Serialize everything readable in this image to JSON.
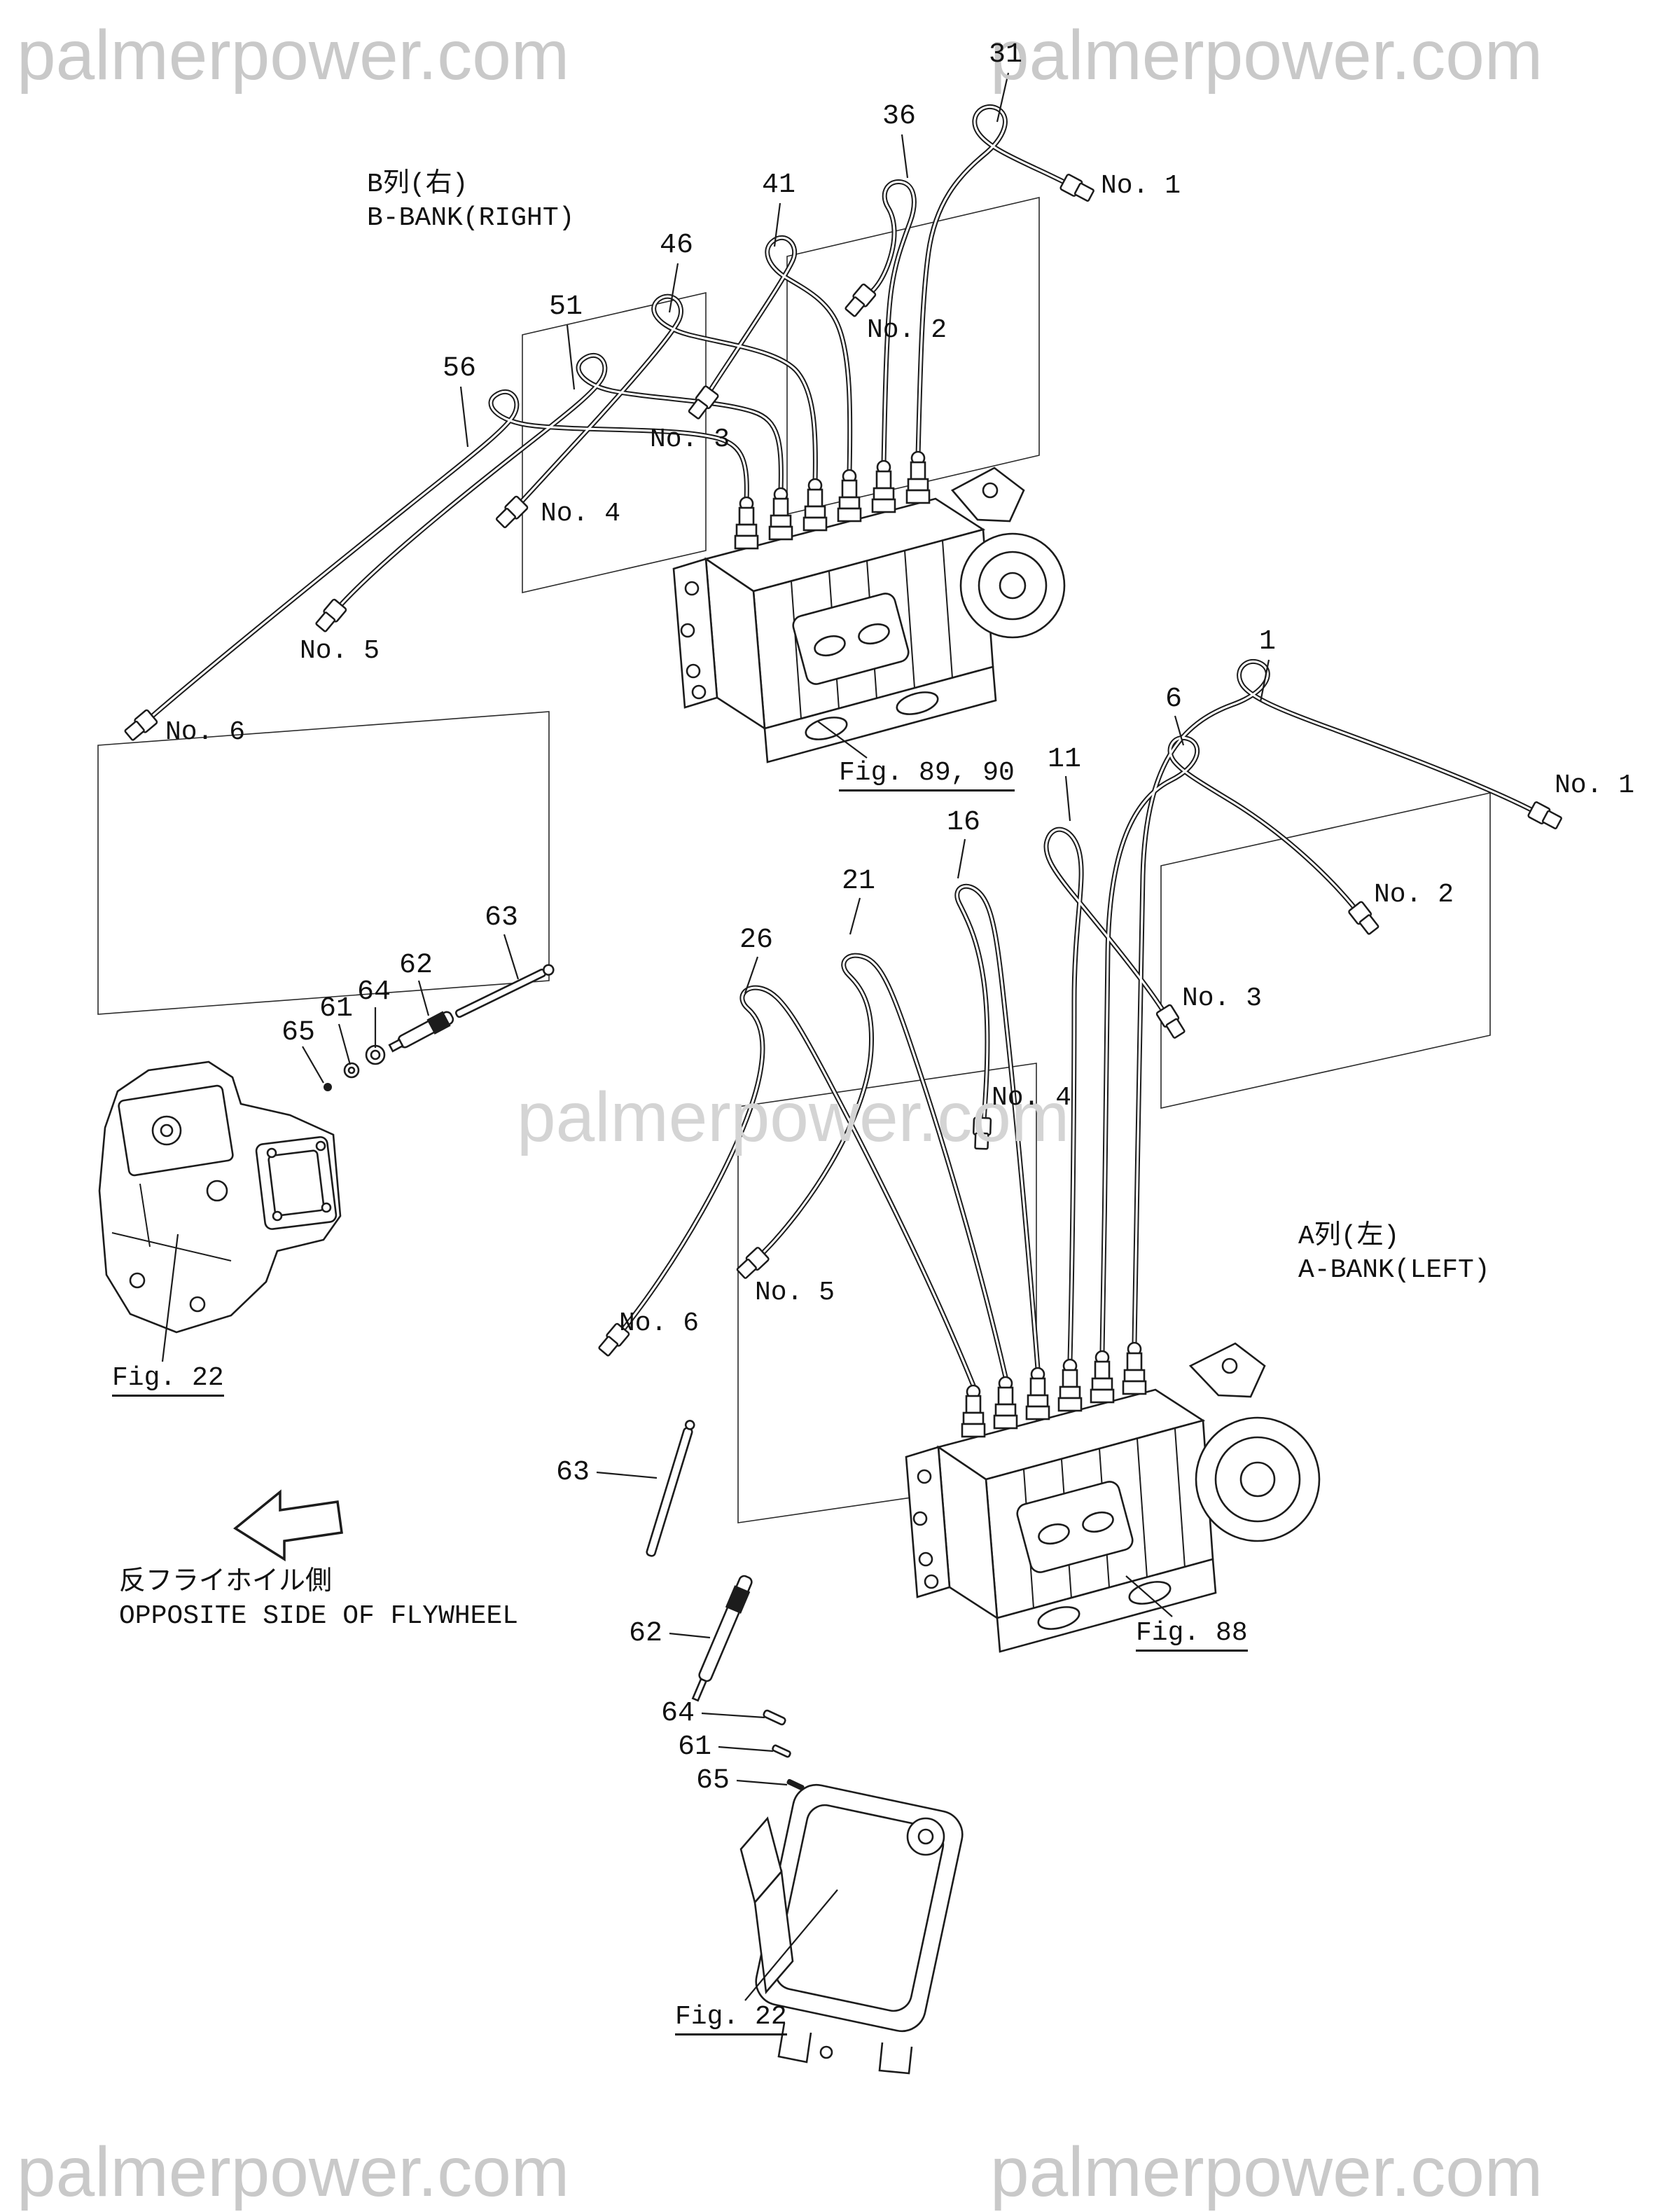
{
  "watermark": {
    "text": "palmerpower.com"
  },
  "bank_b": {
    "label_jp": "B列(右)",
    "label_en": "B-BANK(RIGHT)",
    "part_numbers": [
      "31",
      "36",
      "41",
      "46",
      "51",
      "56"
    ],
    "pipe_positions": [
      "No. 1",
      "No. 2",
      "No. 3",
      "No. 4",
      "No. 5",
      "No. 6"
    ]
  },
  "bank_a": {
    "label_jp": "A列(左)",
    "label_en": "A-BANK(LEFT)",
    "part_numbers": [
      "1",
      "6",
      "11",
      "16",
      "21",
      "26"
    ],
    "pipe_positions": [
      "No. 1",
      "No. 2",
      "No. 3",
      "No. 4",
      "No. 5",
      "No. 6"
    ]
  },
  "figures": {
    "pump_b": "Fig. 89, 90",
    "pump_a": "Fig. 88",
    "engine_upper": "Fig. 22",
    "engine_lower": "Fig. 22"
  },
  "small_parts": {
    "upper": [
      "65",
      "61",
      "64",
      "62",
      "63"
    ],
    "lower": [
      "63",
      "62",
      "64",
      "61",
      "65"
    ]
  },
  "note": {
    "jp": "反フライホイル側",
    "en": "OPPOSITE SIDE OF FLYWHEEL"
  },
  "colors": {
    "line": "#1c1c1c",
    "watermark": "#c9c9c9",
    "background": "#ffffff"
  }
}
